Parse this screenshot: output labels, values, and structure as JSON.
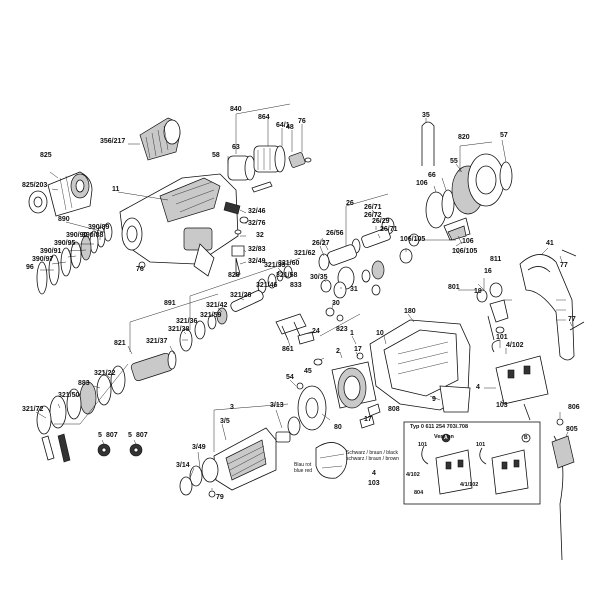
{
  "labels": {
    "l825": "825",
    "l825_203": "825/203",
    "l356_217": "356/217",
    "l840": "840",
    "l864": "864",
    "l64_1": "64/1",
    "l76a": "76",
    "l48": "48",
    "l58": "58",
    "l63": "63",
    "l11": "11",
    "l890": "890",
    "l390_89": "390/89",
    "l390_88": "390/88",
    "l390_90": "390/90",
    "l390_95": "390/95",
    "l390_91": "390/91",
    "l390_97": "390/97",
    "l96": "96",
    "l76b": "76",
    "l32_46": "32/46",
    "l32_76": "32/76",
    "l32": "32",
    "l32_83": "32/83",
    "l32_49": "32/49",
    "l828": "828",
    "l891": "891",
    "l321_26": "321/26",
    "l321_42": "321/42",
    "l321_59": "321/59",
    "l321_46": "321/46",
    "l321_58": "321/58",
    "l321_33": "321/33",
    "l321_60": "321/60",
    "l321_62": "321/62",
    "l833": "833",
    "l821": "821",
    "l321_37": "321/37",
    "l321_38": "321/38",
    "l321_36": "321/36",
    "l321_22": "321/22",
    "l883": "883",
    "l321_50": "321/50",
    "l321_72": "321/72",
    "l35": "35",
    "l820": "820",
    "l57": "57",
    "l55": "55",
    "l66": "66",
    "l106a": "106",
    "l26": "26",
    "l26_71a": "26/71",
    "l26_72": "26/72",
    "l26_29": "26/29",
    "l26_71b": "26/71",
    "l26_56": "26/56",
    "l26_27": "26/27",
    "l106_105a": "106/105",
    "l106b": "106",
    "l106_105b": "106/105",
    "l41": "41",
    "l77a": "77",
    "l16": "16",
    "l811": "811",
    "l801": "801",
    "l19": "19",
    "l77b": "77",
    "l30_35": "30/35",
    "l31": "31",
    "l30": "30",
    "l24": "24",
    "l823": "823",
    "l861": "861",
    "l10": "10",
    "l180": "180",
    "l101a": "101",
    "l4_102": "4/102",
    "l4": "4",
    "l103a": "103",
    "l806": "806",
    "l805": "805",
    "l9": "9",
    "l808": "808",
    "l17a": "17",
    "l17b": "17",
    "l2": "2",
    "l1": "1",
    "l45": "45",
    "l54": "54",
    "l80": "80",
    "l3": "3",
    "l3_13": "3/13",
    "l3_5": "3/5",
    "l3_49": "3/49",
    "l3_14": "3/14",
    "l79": "79",
    "l5a": "5",
    "l807a": "807",
    "l5b": "5",
    "l807b": "807",
    "l4b": "4",
    "l103b": "103"
  },
  "wiring_note": {
    "blau_rot": "Blau rot",
    "blue_red": "blue red",
    "schwarz_line1": "Schwarz / braun / black",
    "schwarz_line2": "schwarz / braun / brown"
  },
  "inset": {
    "title": "Typ 0 611 254 703/.708",
    "version_a": "Version",
    "version_a_badge": "A",
    "version_b": "B",
    "l101a": "101",
    "l4_102a": "4/102",
    "l804": "804",
    "l101b": "101",
    "l4_1_102": "4/1/102"
  }
}
